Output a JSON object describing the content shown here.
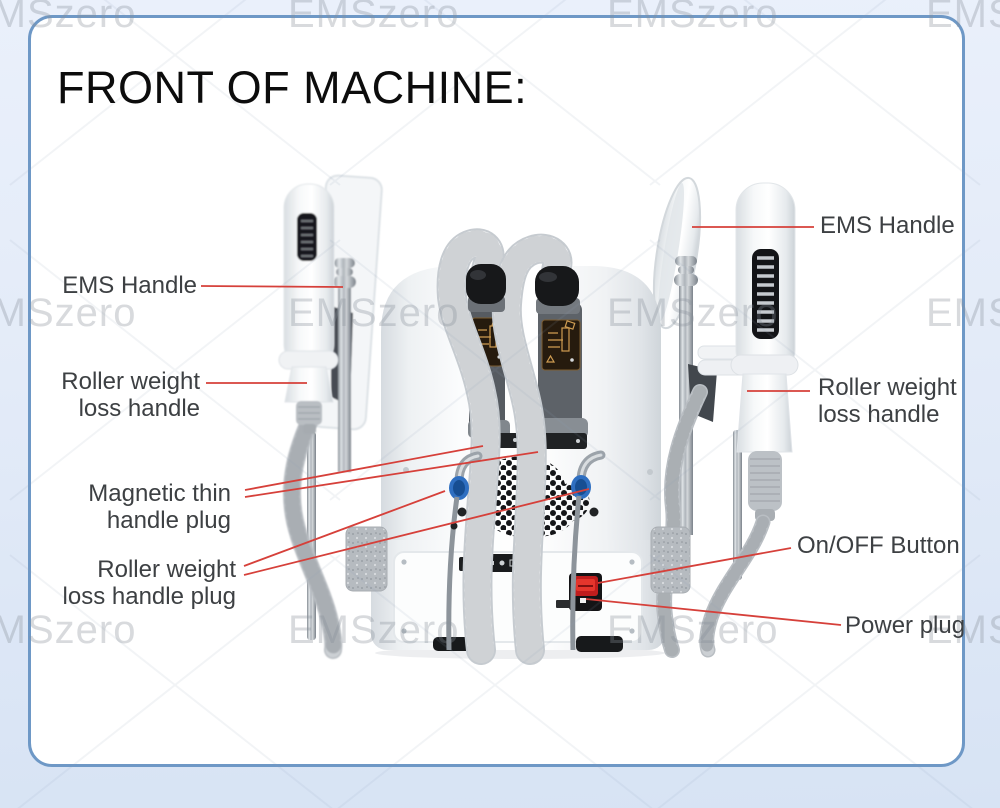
{
  "title": "FRONT OF MACHINE:",
  "watermark": {
    "text": "EMSzero"
  },
  "callouts": {
    "ems_left": {
      "label": "EMS Handle"
    },
    "roller_left": {
      "line1": "Roller weight",
      "line2": "loss handle"
    },
    "magnetic_plug": {
      "line1": "Magnetic thin",
      "line2": "handle plug"
    },
    "roller_plug": {
      "line1": "Roller weight",
      "line2": "loss handle plug"
    },
    "ems_right": {
      "label": "EMS Handle"
    },
    "roller_right": {
      "line1": "Roller weight",
      "line2": "loss handle"
    },
    "onoff": {
      "label": "On/OFF Button"
    },
    "power": {
      "label": "Power plug"
    }
  },
  "colors": {
    "leader_line": "#d6403a",
    "card_border": "#6e98c6",
    "switch_red": "#c01d1d",
    "connector_blue": "#2f6fc1",
    "label_text": "#3d4043",
    "background_blue": "#e3ebf8"
  }
}
